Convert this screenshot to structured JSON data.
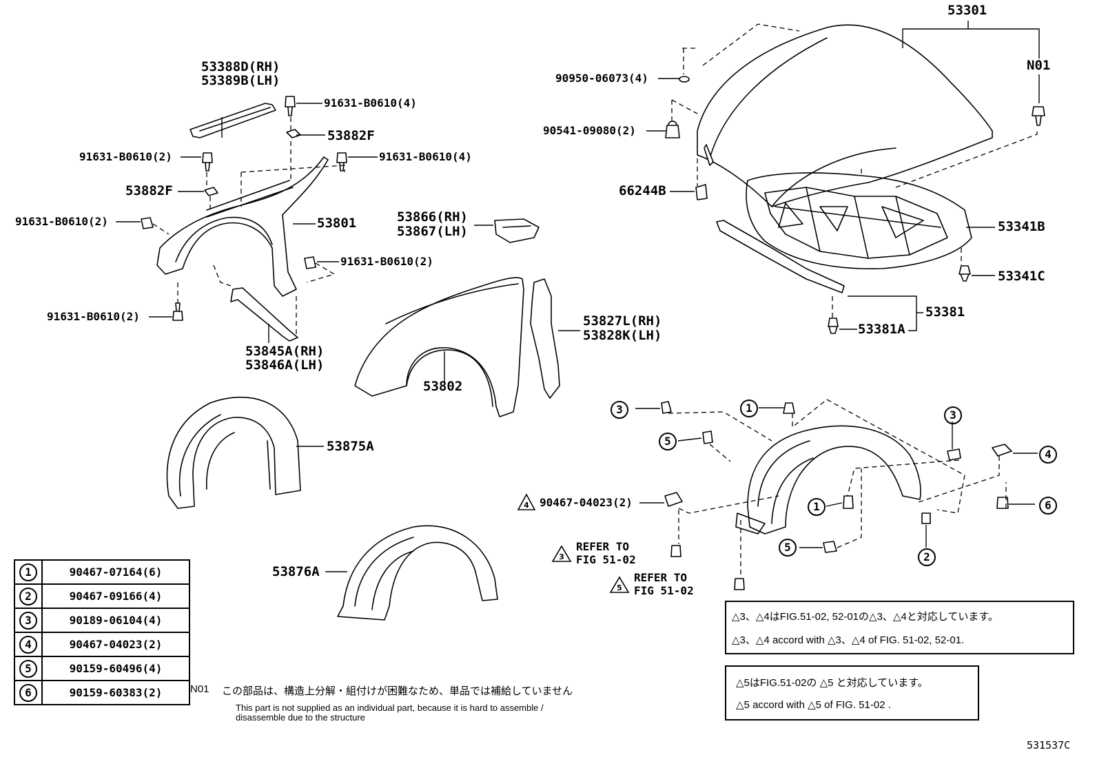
{
  "diagram": {
    "code": "531537C",
    "labels": {
      "hood": "53301",
      "n01_top": "N01",
      "cushion": "90950-06073(4)",
      "stopper": "90541-09080(2)",
      "pad": "66244B",
      "hood_insulator": "53341B",
      "clip_c": "53341C",
      "seal": "53381",
      "seal_clip": "53381A",
      "rail_rh": "53388D(RH)",
      "rail_lh": "53389B(LH)",
      "bolt_top_right": "91631-B0610(4)",
      "washer_top": "53882F",
      "bolt_left_a": "91631-B0610(2)",
      "bolt_right_a": "91631-B0610(4)",
      "washer_left": "53882F",
      "bolt_left_b": "91631-B0610(2)",
      "fender_lh_part": "53801",
      "bolt_mid": "91631-B0610(2)",
      "bolt_bottom": "91631-B0610(2)",
      "bracket_rh": "53845A(RH)",
      "bracket_lh": "53846A(LH)",
      "seal_rh": "53866(RH)",
      "seal_lh": "53867(LH)",
      "fender": "53802",
      "protector_rh": "53827L(RH)",
      "protector_lh": "53828K(LH)",
      "liner_a": "53875A",
      "liner_b": "53876A",
      "screw_grommet": "90467-04023(2)",
      "refer_3": "REFER TO",
      "refer_3_fig": "FIG 51-02",
      "refer_5": "REFER TO",
      "refer_5_fig": "FIG 51-02"
    },
    "legend": [
      {
        "num": "1",
        "part": "90467-07164(6)"
      },
      {
        "num": "2",
        "part": "90467-09166(4)"
      },
      {
        "num": "3",
        "part": "90189-06104(4)"
      },
      {
        "num": "4",
        "part": "90467-04023(2)"
      },
      {
        "num": "5",
        "part": "90159-60496(4)"
      },
      {
        "num": "6",
        "part": "90159-60383(2)"
      }
    ],
    "note_n01": {
      "tag": "N01",
      "jp": "この部品は、構造上分解・組付けが困難なため、単品では補給していません",
      "en1": "This part is not supplied as an individual part, because it is hard to assemble /",
      "en2": "disassemble due to the structure"
    },
    "box1": {
      "jp": "はFIG.51-02, 52-01の",
      "jp_end": "と対応しています。",
      "en": "accord with",
      "en_end": "of FIG. 51-02, 52-01.",
      "sep": "、"
    },
    "box2": {
      "jp": "はFIG.51-02の",
      "jp_end": "と対応しています。",
      "en": "accord with",
      "en_end": "of FIG. 51-02 ."
    }
  }
}
